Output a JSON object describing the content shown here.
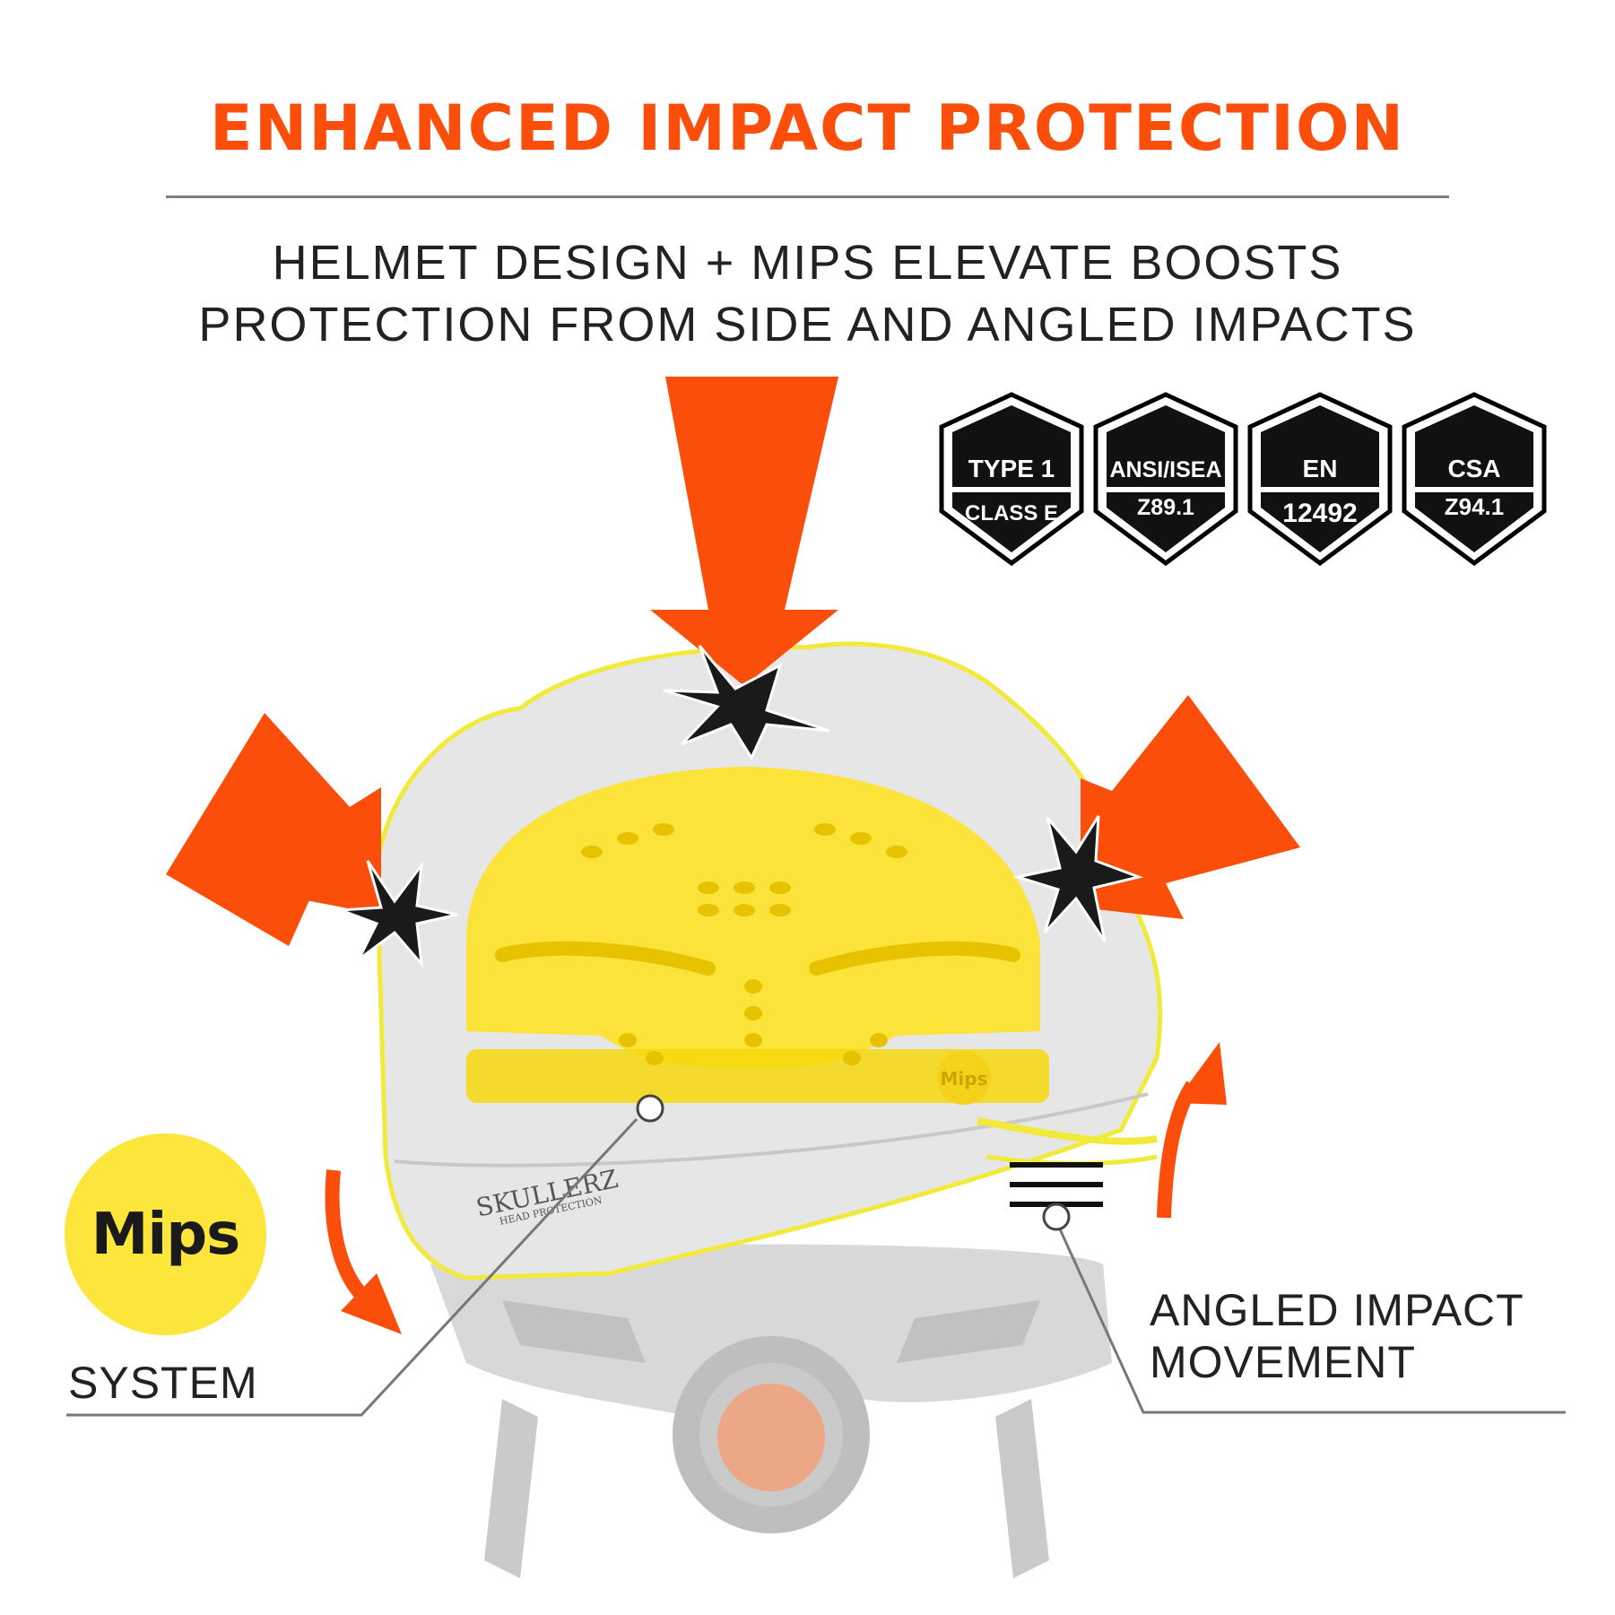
{
  "header": {
    "title": "ENHANCED IMPACT PROTECTION",
    "subtitle_line1": "HELMET DESIGN + MIPS ELEVATE BOOSTS",
    "subtitle_line2": "PROTECTION FROM SIDE AND ANGLED IMPACTS"
  },
  "badges": [
    {
      "line1": "TYPE 1",
      "line2": "CLASS E"
    },
    {
      "line1": "ANSI/ISEA",
      "line2": "Z89.1"
    },
    {
      "line1": "EN",
      "line2": "12492"
    },
    {
      "line1": "CSA",
      "line2": "Z94.1"
    }
  ],
  "helmet": {
    "brand_line1": "SKULLERZ",
    "brand_line2": "HEAD PROTECTION",
    "liner_mark": "Mips"
  },
  "mips_logo": {
    "text": "Mips"
  },
  "callouts": {
    "system": "SYSTEM",
    "angled_line1": "ANGLED IMPACT",
    "angled_line2": "MOVEMENT"
  },
  "colors": {
    "accent_orange": "#fc4e0b",
    "mips_yellow": "#fce63b",
    "text_dark": "#222222",
    "rule_gray": "#7f7f7f"
  }
}
